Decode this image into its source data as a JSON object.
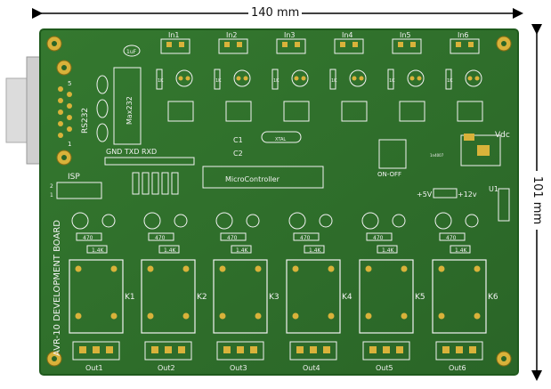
{
  "dimensions": {
    "width": "140 mm",
    "height": "101 mm"
  },
  "board": {
    "name": "AVR-10 DEVELOPMENT BOARD",
    "inputs": [
      "In1",
      "In2",
      "In3",
      "In4",
      "In5",
      "In6"
    ],
    "outputs": [
      "Out1",
      "Out2",
      "Out3",
      "Out4",
      "Out5",
      "Out6"
    ],
    "relays": [
      "K1",
      "K2",
      "K3",
      "K4",
      "K5",
      "K6"
    ],
    "labels": {
      "serial": "RS232",
      "max": "Max232",
      "uc": "MicroController",
      "isp": "ISP",
      "gnd_txd_rxd": "GND TXD RXD",
      "c1": "C1",
      "c2": "C2",
      "xtal": "XTAL",
      "onoff": "ON-OFF",
      "vdc": "Vdc",
      "plus5": "+5V",
      "plus12": "+12v",
      "u1": "U1",
      "uf": "1uF",
      "cap_uf": "1uF",
      "diode": "1n4007",
      "r_470": "470",
      "r_1k": "1K",
      "r_10k": "10K",
      "r_1k4": "1.4K",
      "isp_pin1": "1",
      "isp_pin2": "2",
      "db_pin5": "5",
      "db_pin1": "1"
    }
  },
  "colors": {
    "pcb": "#2d6e2a",
    "pad": "#d9b23a",
    "silk": "#f2f2f2",
    "edge": "#1f5a1d"
  }
}
